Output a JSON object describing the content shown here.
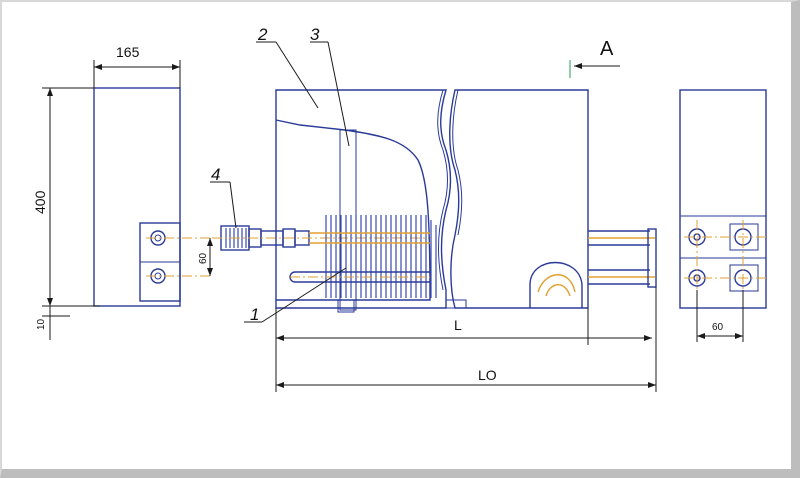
{
  "drawing": {
    "dim_width": "165",
    "dim_height": "400",
    "dim_gap": "10",
    "dim_pipe_spacing": "60",
    "dim_connector_spacing": "60",
    "dim_length": "L",
    "dim_overall": "LO",
    "section": "A",
    "callouts": [
      "1",
      "2",
      "3",
      "4"
    ]
  },
  "colors": {
    "outline": "#2a3a9a",
    "pipe": "#e0a030",
    "dimension": "#1a1a1a"
  }
}
